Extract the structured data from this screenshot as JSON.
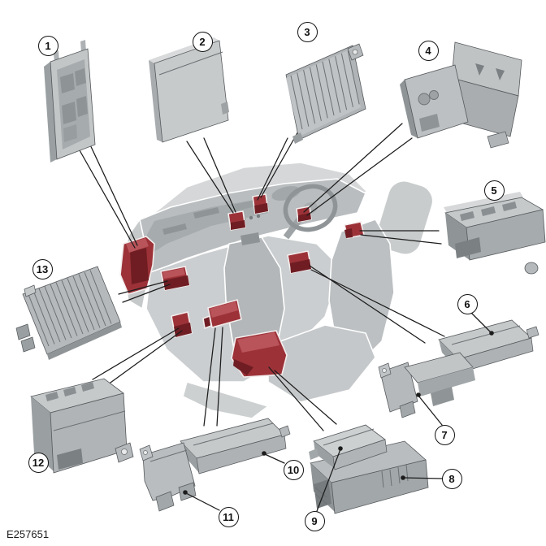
{
  "figure": {
    "id_label": "E257651"
  },
  "callouts": {
    "1": "1",
    "2": "2",
    "3": "3",
    "4": "4",
    "5": "5",
    "6": "6",
    "7": "7",
    "8": "8",
    "9": "9",
    "10": "10",
    "11": "11",
    "12": "12",
    "13": "13"
  },
  "colors": {
    "background": "#ffffff",
    "highlight_red": "#9c3238",
    "highlight_red_light": "#b8545a",
    "highlight_red_dark": "#6f1d23",
    "module_gray_light": "#cdd0d1",
    "module_gray_mid": "#aeb2b4",
    "module_gray_dark": "#8f9496",
    "leader_line": "#1c1c1c",
    "callout_border": "#121212"
  }
}
